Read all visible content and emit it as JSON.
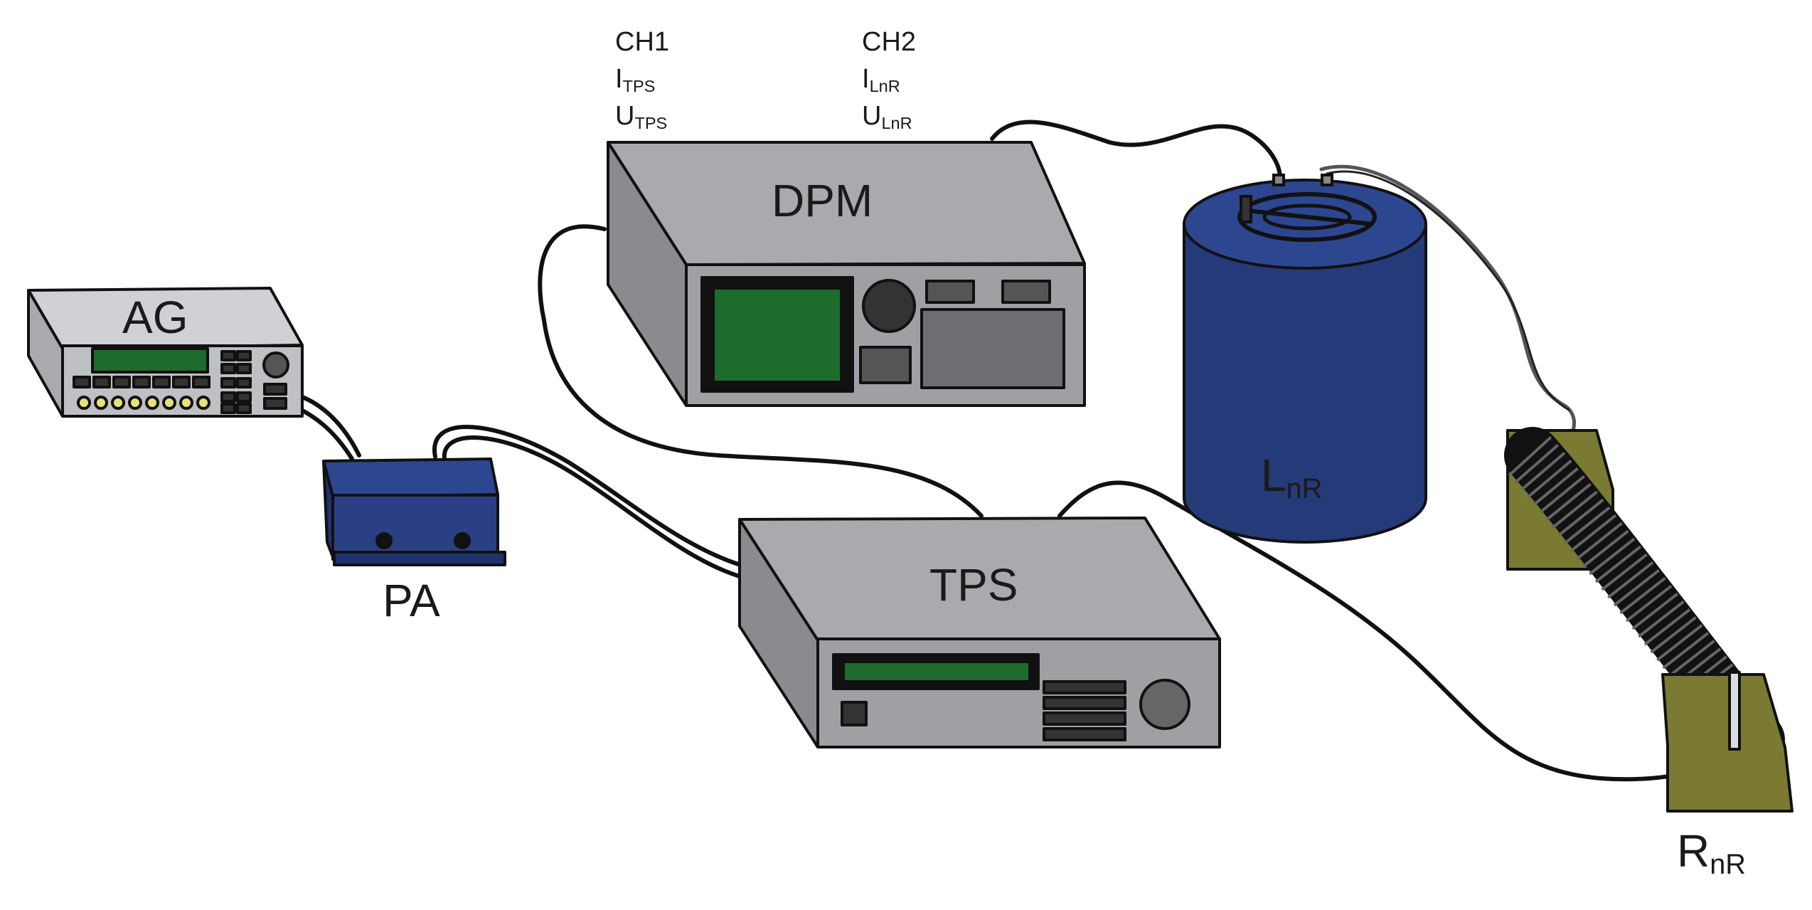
{
  "devices": {
    "ag": {
      "label": "AG"
    },
    "pa": {
      "label": "PA"
    },
    "dpm": {
      "label": "DPM"
    },
    "tps": {
      "label": "TPS"
    },
    "lnr": {
      "label_main": "L",
      "label_sub": "nR"
    },
    "rnr": {
      "label_main": "R",
      "label_sub": "nR"
    }
  },
  "channels": [
    {
      "head": "CH1",
      "current_main": "I",
      "current_sub": "TPS",
      "voltage_main": "U",
      "voltage_sub": "TPS"
    },
    {
      "head": "CH2",
      "current_main": "I",
      "current_sub": "LnR",
      "voltage_main": "U",
      "voltage_sub": "LnR"
    }
  ],
  "colors": {
    "device_gray": "#9b9ca0",
    "device_light": "#c9cacd",
    "screen_green": "#1e6b2e",
    "inductor_blue": "#253a78",
    "resistor_olive": "#7b7a33",
    "cable": "#111111"
  }
}
